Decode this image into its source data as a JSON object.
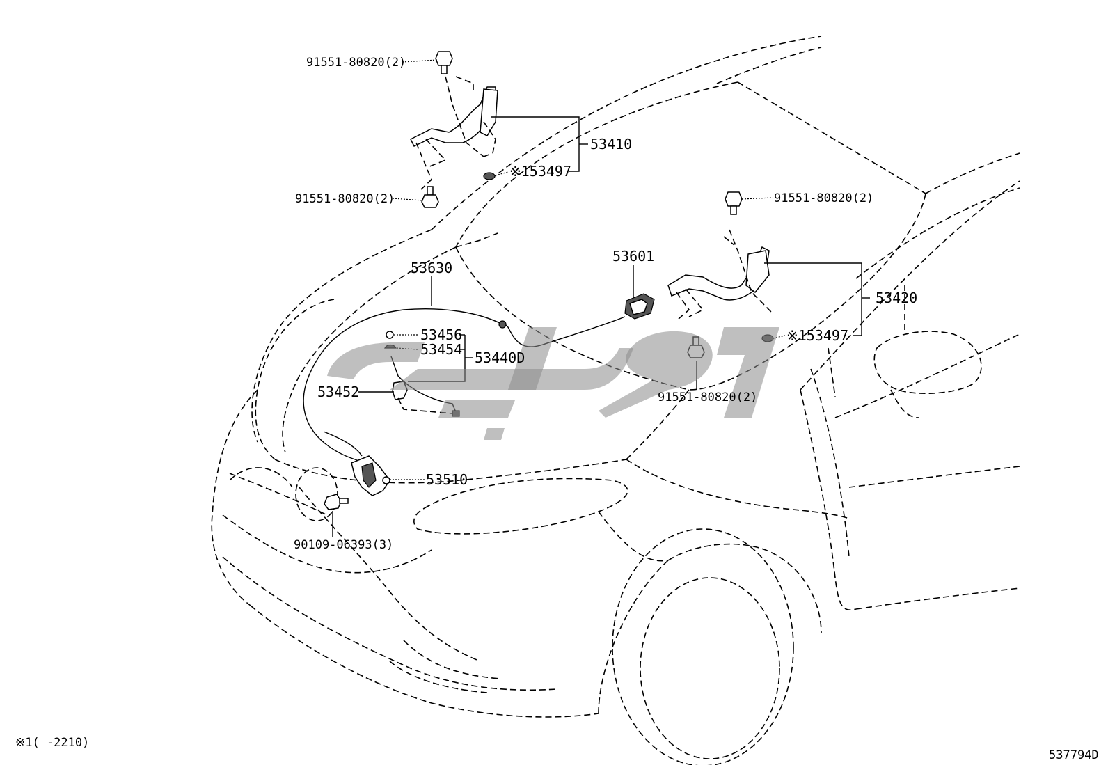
{
  "diagram": {
    "labels": {
      "l53410": "53410",
      "l53497a": "※153497",
      "l53420": "53420",
      "l53497b": "※153497",
      "l53630": "53630",
      "l53601": "53601",
      "l53456": "53456",
      "l53454": "53454",
      "l53440d": "53440D",
      "l53452": "53452",
      "l53510": "53510",
      "bolt_hinge_l_top": "91551-80820(2)",
      "bolt_hinge_l_bottom": "91551-80820(2)",
      "bolt_hinge_r_top": "91551-80820(2)",
      "bolt_hinge_r_bottom": "91551-80820(2)",
      "bolt_lock": "90109-06393(3)"
    },
    "footnote": "※1(    -2210)",
    "figure_id": "537794D"
  }
}
